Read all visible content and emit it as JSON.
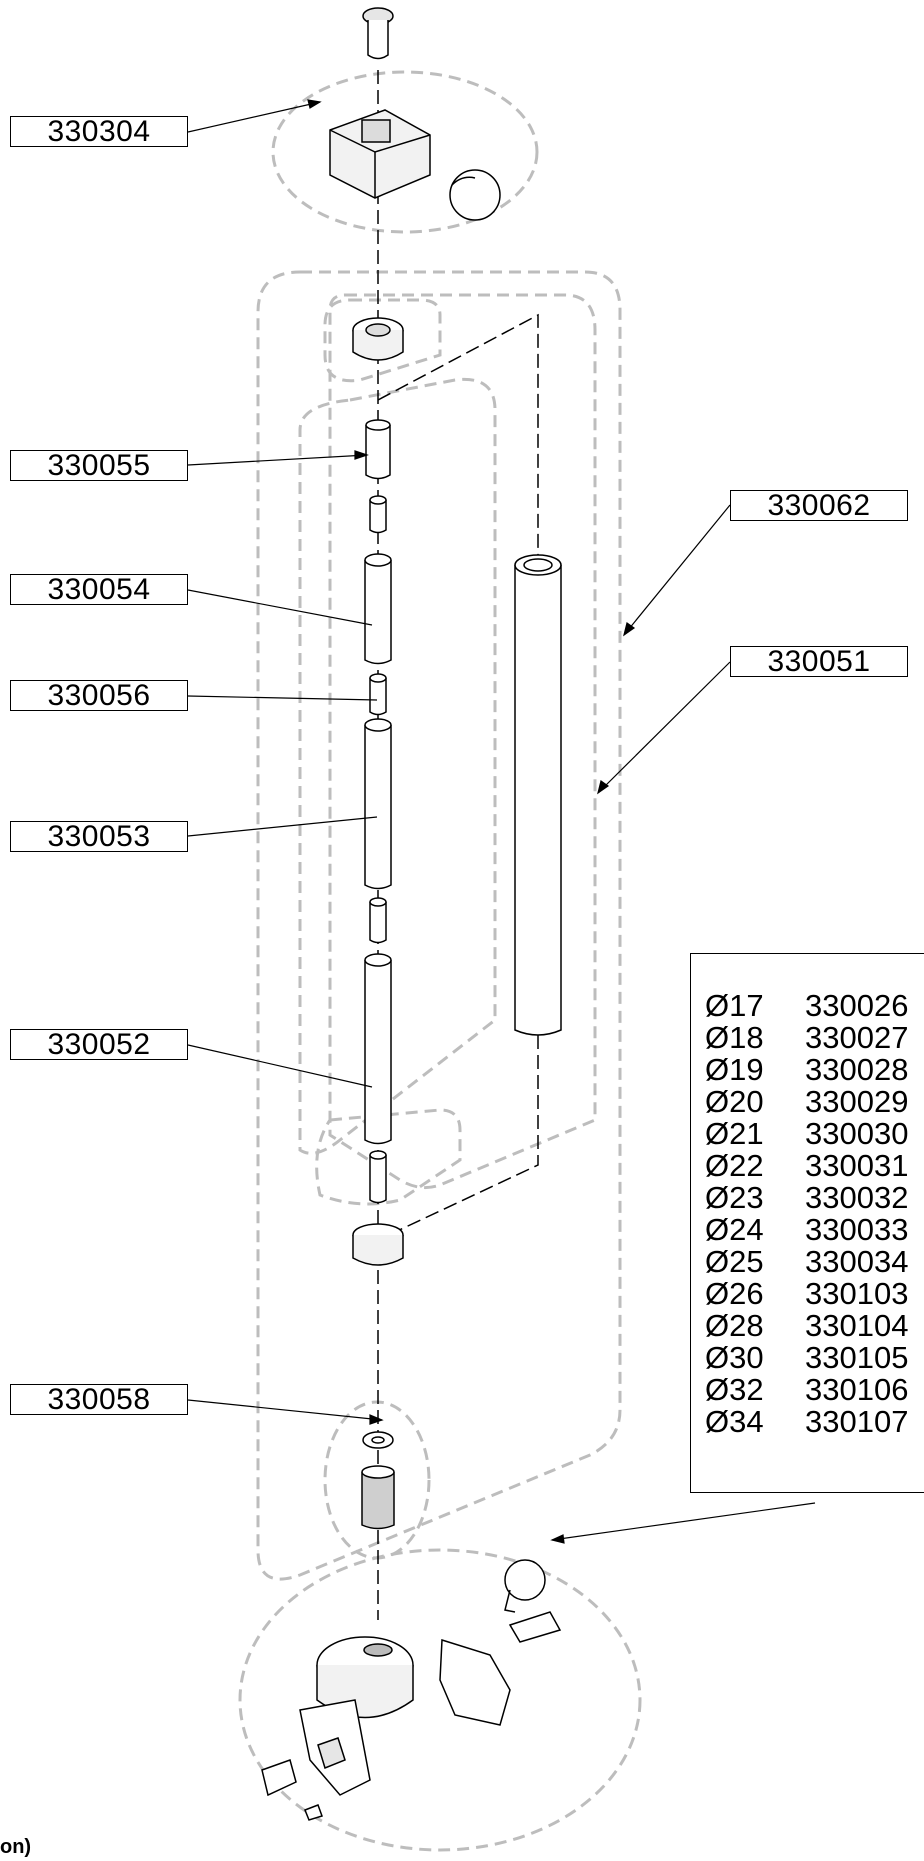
{
  "callouts": [
    {
      "id": "330304",
      "text": "330304"
    },
    {
      "id": "330055",
      "text": "330055"
    },
    {
      "id": "330054",
      "text": "330054"
    },
    {
      "id": "330056",
      "text": "330056"
    },
    {
      "id": "330053",
      "text": "330053"
    },
    {
      "id": "330052",
      "text": "330052"
    },
    {
      "id": "330058",
      "text": "330058"
    },
    {
      "id": "330062",
      "text": "330062"
    },
    {
      "id": "330051",
      "text": "330051"
    }
  ],
  "size_table": [
    {
      "diameter": "Ø17",
      "part": "330026"
    },
    {
      "diameter": "Ø18",
      "part": "330027"
    },
    {
      "diameter": "Ø19",
      "part": "330028"
    },
    {
      "diameter": "Ø20",
      "part": "330029"
    },
    {
      "diameter": "Ø21",
      "part": "330030"
    },
    {
      "diameter": "Ø22",
      "part": "330031"
    },
    {
      "diameter": "Ø23",
      "part": "330032"
    },
    {
      "diameter": "Ø24",
      "part": "330033"
    },
    {
      "diameter": "Ø25",
      "part": "330034"
    },
    {
      "diameter": "Ø26",
      "part": "330103"
    },
    {
      "diameter": "Ø28",
      "part": "330104"
    },
    {
      "diameter": "Ø30",
      "part": "330105"
    },
    {
      "diameter": "Ø32",
      "part": "330106"
    },
    {
      "diameter": "Ø34",
      "part": "330107"
    }
  ],
  "caption": "on)",
  "colors": {
    "line": "#000000",
    "group_outline": "#bdbdbd",
    "part_fill": "#ffffff",
    "part_shade": "#d9d9d9"
  }
}
